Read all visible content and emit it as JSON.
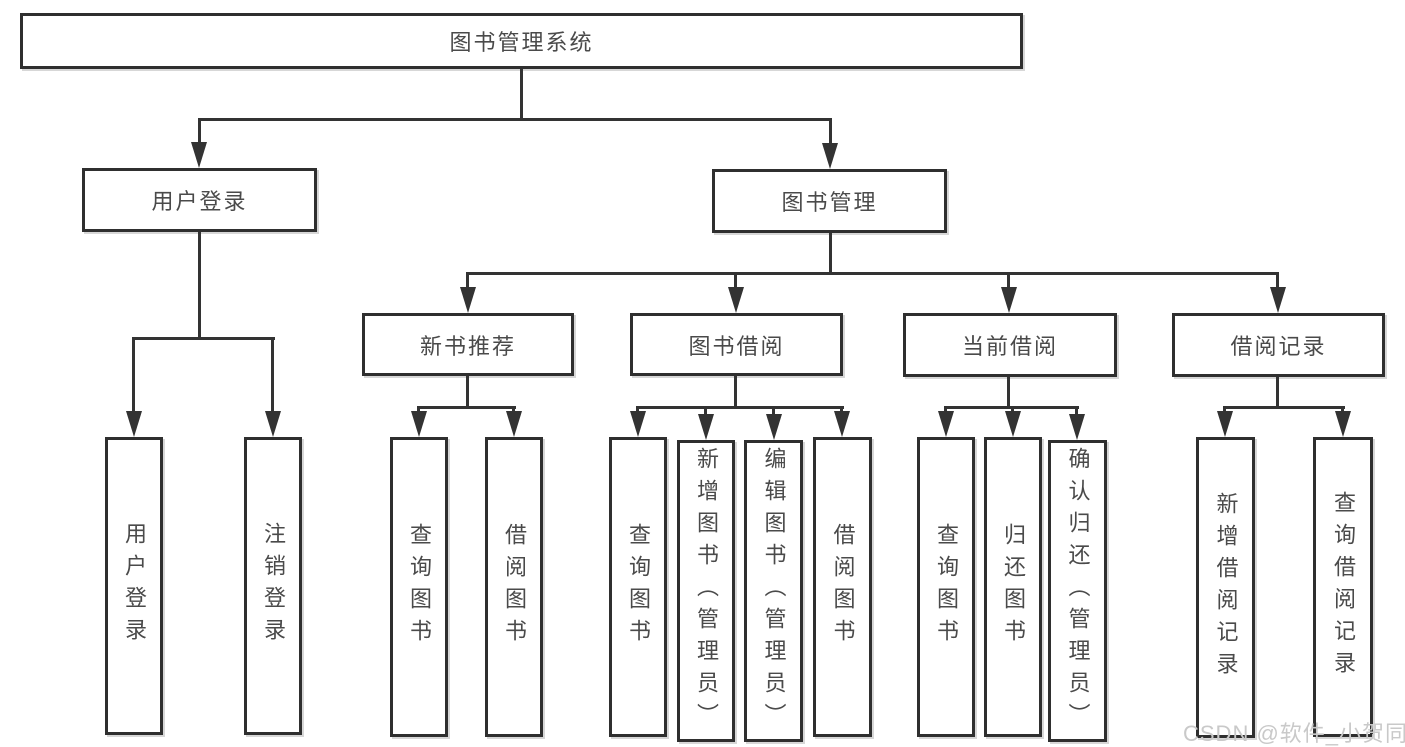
{
  "diagram": {
    "root": {
      "label": "图书管理系统"
    },
    "level2": [
      {
        "label": "用户登录",
        "children": [
          {
            "label": "用户登录"
          },
          {
            "label": "注销登录"
          }
        ]
      },
      {
        "label": "图书管理"
      }
    ],
    "level3": [
      {
        "label": "新书推荐",
        "children": [
          {
            "label": "查询图书"
          },
          {
            "label": "借阅图书"
          }
        ]
      },
      {
        "label": "图书借阅",
        "children": [
          {
            "label": "查询图书"
          },
          {
            "label": "新增图书（管理员）"
          },
          {
            "label": "编辑图书（管理员）"
          },
          {
            "label": "借阅图书"
          }
        ]
      },
      {
        "label": "当前借阅",
        "children": [
          {
            "label": "查询图书"
          },
          {
            "label": "归还图书"
          },
          {
            "label": "确认归还（管理员）"
          }
        ]
      },
      {
        "label": "借阅记录",
        "children": [
          {
            "label": "新增借阅记录"
          },
          {
            "label": "查询借阅记录"
          }
        ]
      }
    ]
  },
  "watermark": {
    "text": "CSDN @软件_小贺同学"
  },
  "colors": {
    "line": "#333333",
    "border": "#2f2f2f",
    "text": "#4a4a4a",
    "watermark": "#c9c9c9",
    "bg": "#ffffff"
  }
}
